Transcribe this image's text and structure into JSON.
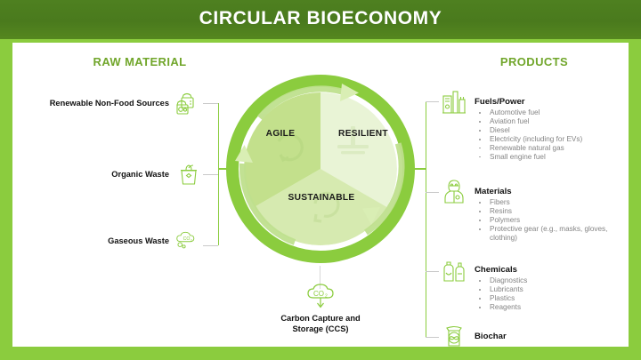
{
  "header": {
    "title": "CIRCULAR BIOECONOMY"
  },
  "colors": {
    "frame_green": "#8BCC3E",
    "header_green": "#4A7A1D",
    "heading_green": "#71A62B",
    "ring_green": "#8BCC3E",
    "sector_agile": "#C3E08C",
    "sector_resilient": "#E9F4D6",
    "sector_sustainable": "#D6EAB0",
    "bullet_gray": "#848484",
    "connector_gray": "#C9C9C9"
  },
  "left_column": {
    "heading": "RAW MATERIAL",
    "items": [
      {
        "label": "Renewable Non-Food Sources",
        "icon": "sacks-icon"
      },
      {
        "label": "Organic Waste",
        "icon": "waste-bin-icon"
      },
      {
        "label": "Gaseous Waste",
        "icon": "co2-cloud-icon"
      }
    ]
  },
  "center": {
    "sectors": [
      {
        "label": "AGILE"
      },
      {
        "label": "RESILIENT"
      },
      {
        "label": "SUSTAINABLE"
      }
    ]
  },
  "bottom": {
    "label_line1": "Carbon Capture and",
    "label_line2": "Storage (CCS)",
    "icon": "co2-capture-icon"
  },
  "right_column": {
    "heading": "PRODUCTS",
    "groups": [
      {
        "title": "Fuels/Power",
        "icon": "refinery-icon",
        "items": [
          "Automotive fuel",
          "Aviation fuel",
          "Diesel",
          "Electricity (including for EVs)",
          "Renewable natural gas",
          "Small engine fuel"
        ]
      },
      {
        "title": "Materials",
        "icon": "protective-suit-icon",
        "items": [
          "Fibers",
          "Resins",
          "Polymers",
          "Protective gear (e.g., masks, gloves, clothing)"
        ]
      },
      {
        "title": "Chemicals",
        "icon": "chemical-bottles-icon",
        "items": [
          "Diagnostics",
          "Lubricants",
          "Plastics",
          "Reagents"
        ]
      },
      {
        "title": "Biochar",
        "icon": "biochar-sack-icon",
        "items": []
      }
    ]
  }
}
